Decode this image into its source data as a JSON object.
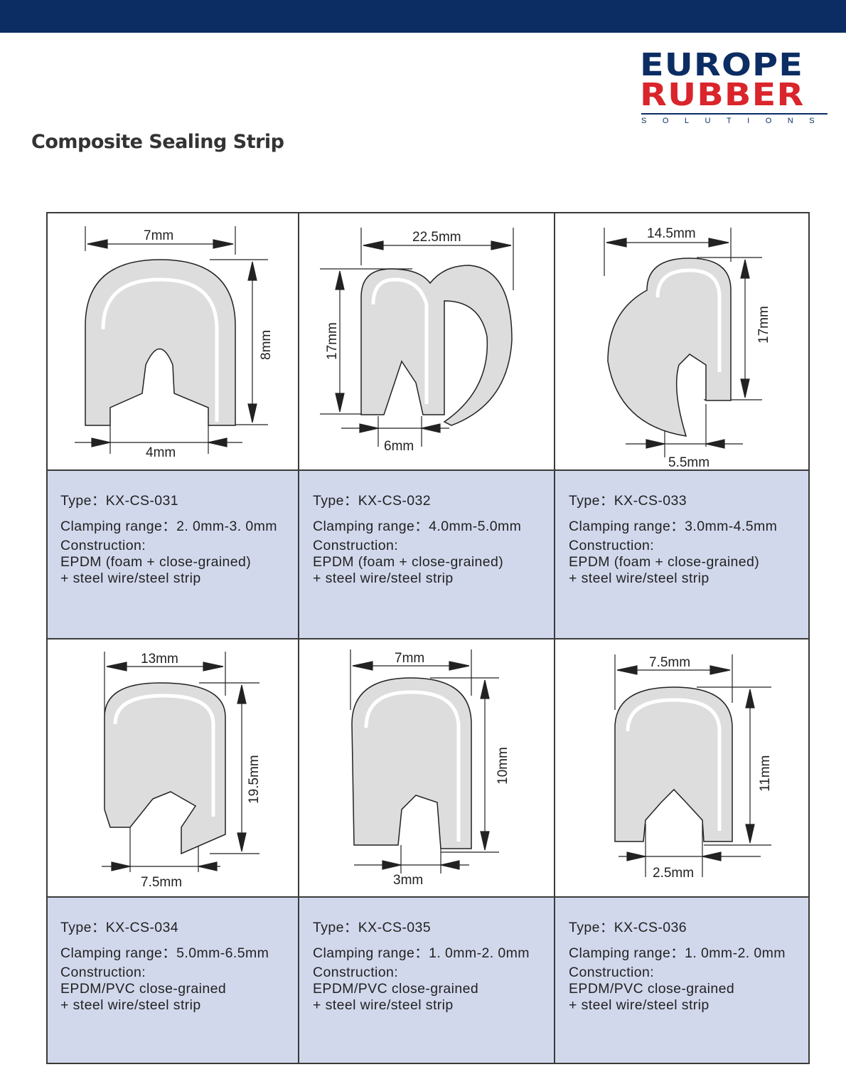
{
  "logo": {
    "line1": "EUROPE",
    "line2": "RUBBER",
    "line3": "SOLUTIONS"
  },
  "page_title": "Composite Sealing Strip",
  "colors": {
    "header_bar": "#0b2d63",
    "brand_red": "#d9252b",
    "info_bg": "#d2d8ec"
  },
  "products": [
    {
      "type": "Type：KX-CS-031",
      "clamping": "Clamping range：2. 0mm-3. 0mm",
      "construction_label": "Construction:",
      "construction_1": "EPDM (foam + close-grained)",
      "construction_2": "+ steel wire/steel strip",
      "dims": {
        "top": "7mm",
        "side": "8mm",
        "bottom": "4mm"
      }
    },
    {
      "type": "Type：KX-CS-032",
      "clamping": "Clamping range：4.0mm-5.0mm",
      "construction_label": "Construction:",
      "construction_1": "EPDM (foam + close-grained)",
      "construction_2": "+ steel wire/steel strip",
      "dims": {
        "top": "22.5mm",
        "side": "17mm",
        "bottom": "6mm"
      }
    },
    {
      "type": "Type：KX-CS-033",
      "clamping": "Clamping range：3.0mm-4.5mm",
      "construction_label": "Construction:",
      "construction_1": "EPDM (foam + close-grained)",
      "construction_2": "+ steel wire/steel strip",
      "dims": {
        "top": "14.5mm",
        "side": "17mm",
        "bottom": "5.5mm"
      }
    },
    {
      "type": "Type：KX-CS-034",
      "clamping": "Clamping range：5.0mm-6.5mm",
      "construction_label": "Construction:",
      "construction_1": "EPDM/PVC close-grained",
      "construction_2": "+ steel wire/steel strip",
      "dims": {
        "top": "13mm",
        "side": "19.5mm",
        "bottom": "7.5mm"
      }
    },
    {
      "type": "Type：KX-CS-035",
      "clamping": "Clamping range：1. 0mm-2. 0mm",
      "construction_label": "Construction:",
      "construction_1": "EPDM/PVC close-grained",
      "construction_2": "+ steel wire/steel strip",
      "dims": {
        "top": "7mm",
        "side": "10mm",
        "bottom": "3mm"
      }
    },
    {
      "type": "Type：KX-CS-036",
      "clamping": "Clamping range：1. 0mm-2. 0mm",
      "construction_label": "Construction:",
      "construction_1": "EPDM/PVC close-grained",
      "construction_2": "+ steel wire/steel strip",
      "dims": {
        "top": "7.5mm",
        "side": "11mm",
        "bottom": "2.5mm"
      }
    }
  ]
}
